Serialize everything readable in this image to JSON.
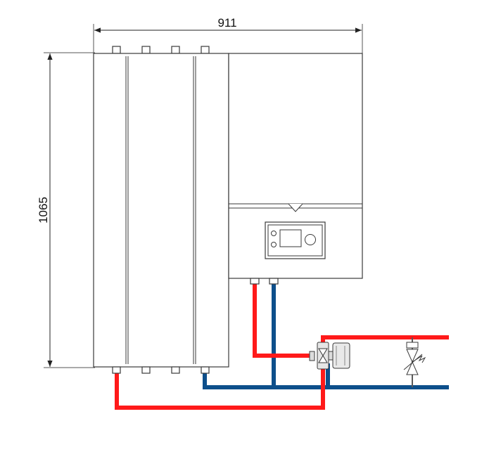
{
  "dimensions": {
    "width_label": "911",
    "height_label": "1065"
  },
  "colors": {
    "flow_pipe": "#ff1a1a",
    "return_pipe": "#0d4f8b",
    "line": "#3a3a3a"
  },
  "components": {
    "tank": "storage-tank",
    "unit": "heat-pump-unit",
    "controller": "control-panel",
    "mixing_valve": "three-way-valve-icon",
    "bypass_valve": "overflow-valve-icon"
  }
}
